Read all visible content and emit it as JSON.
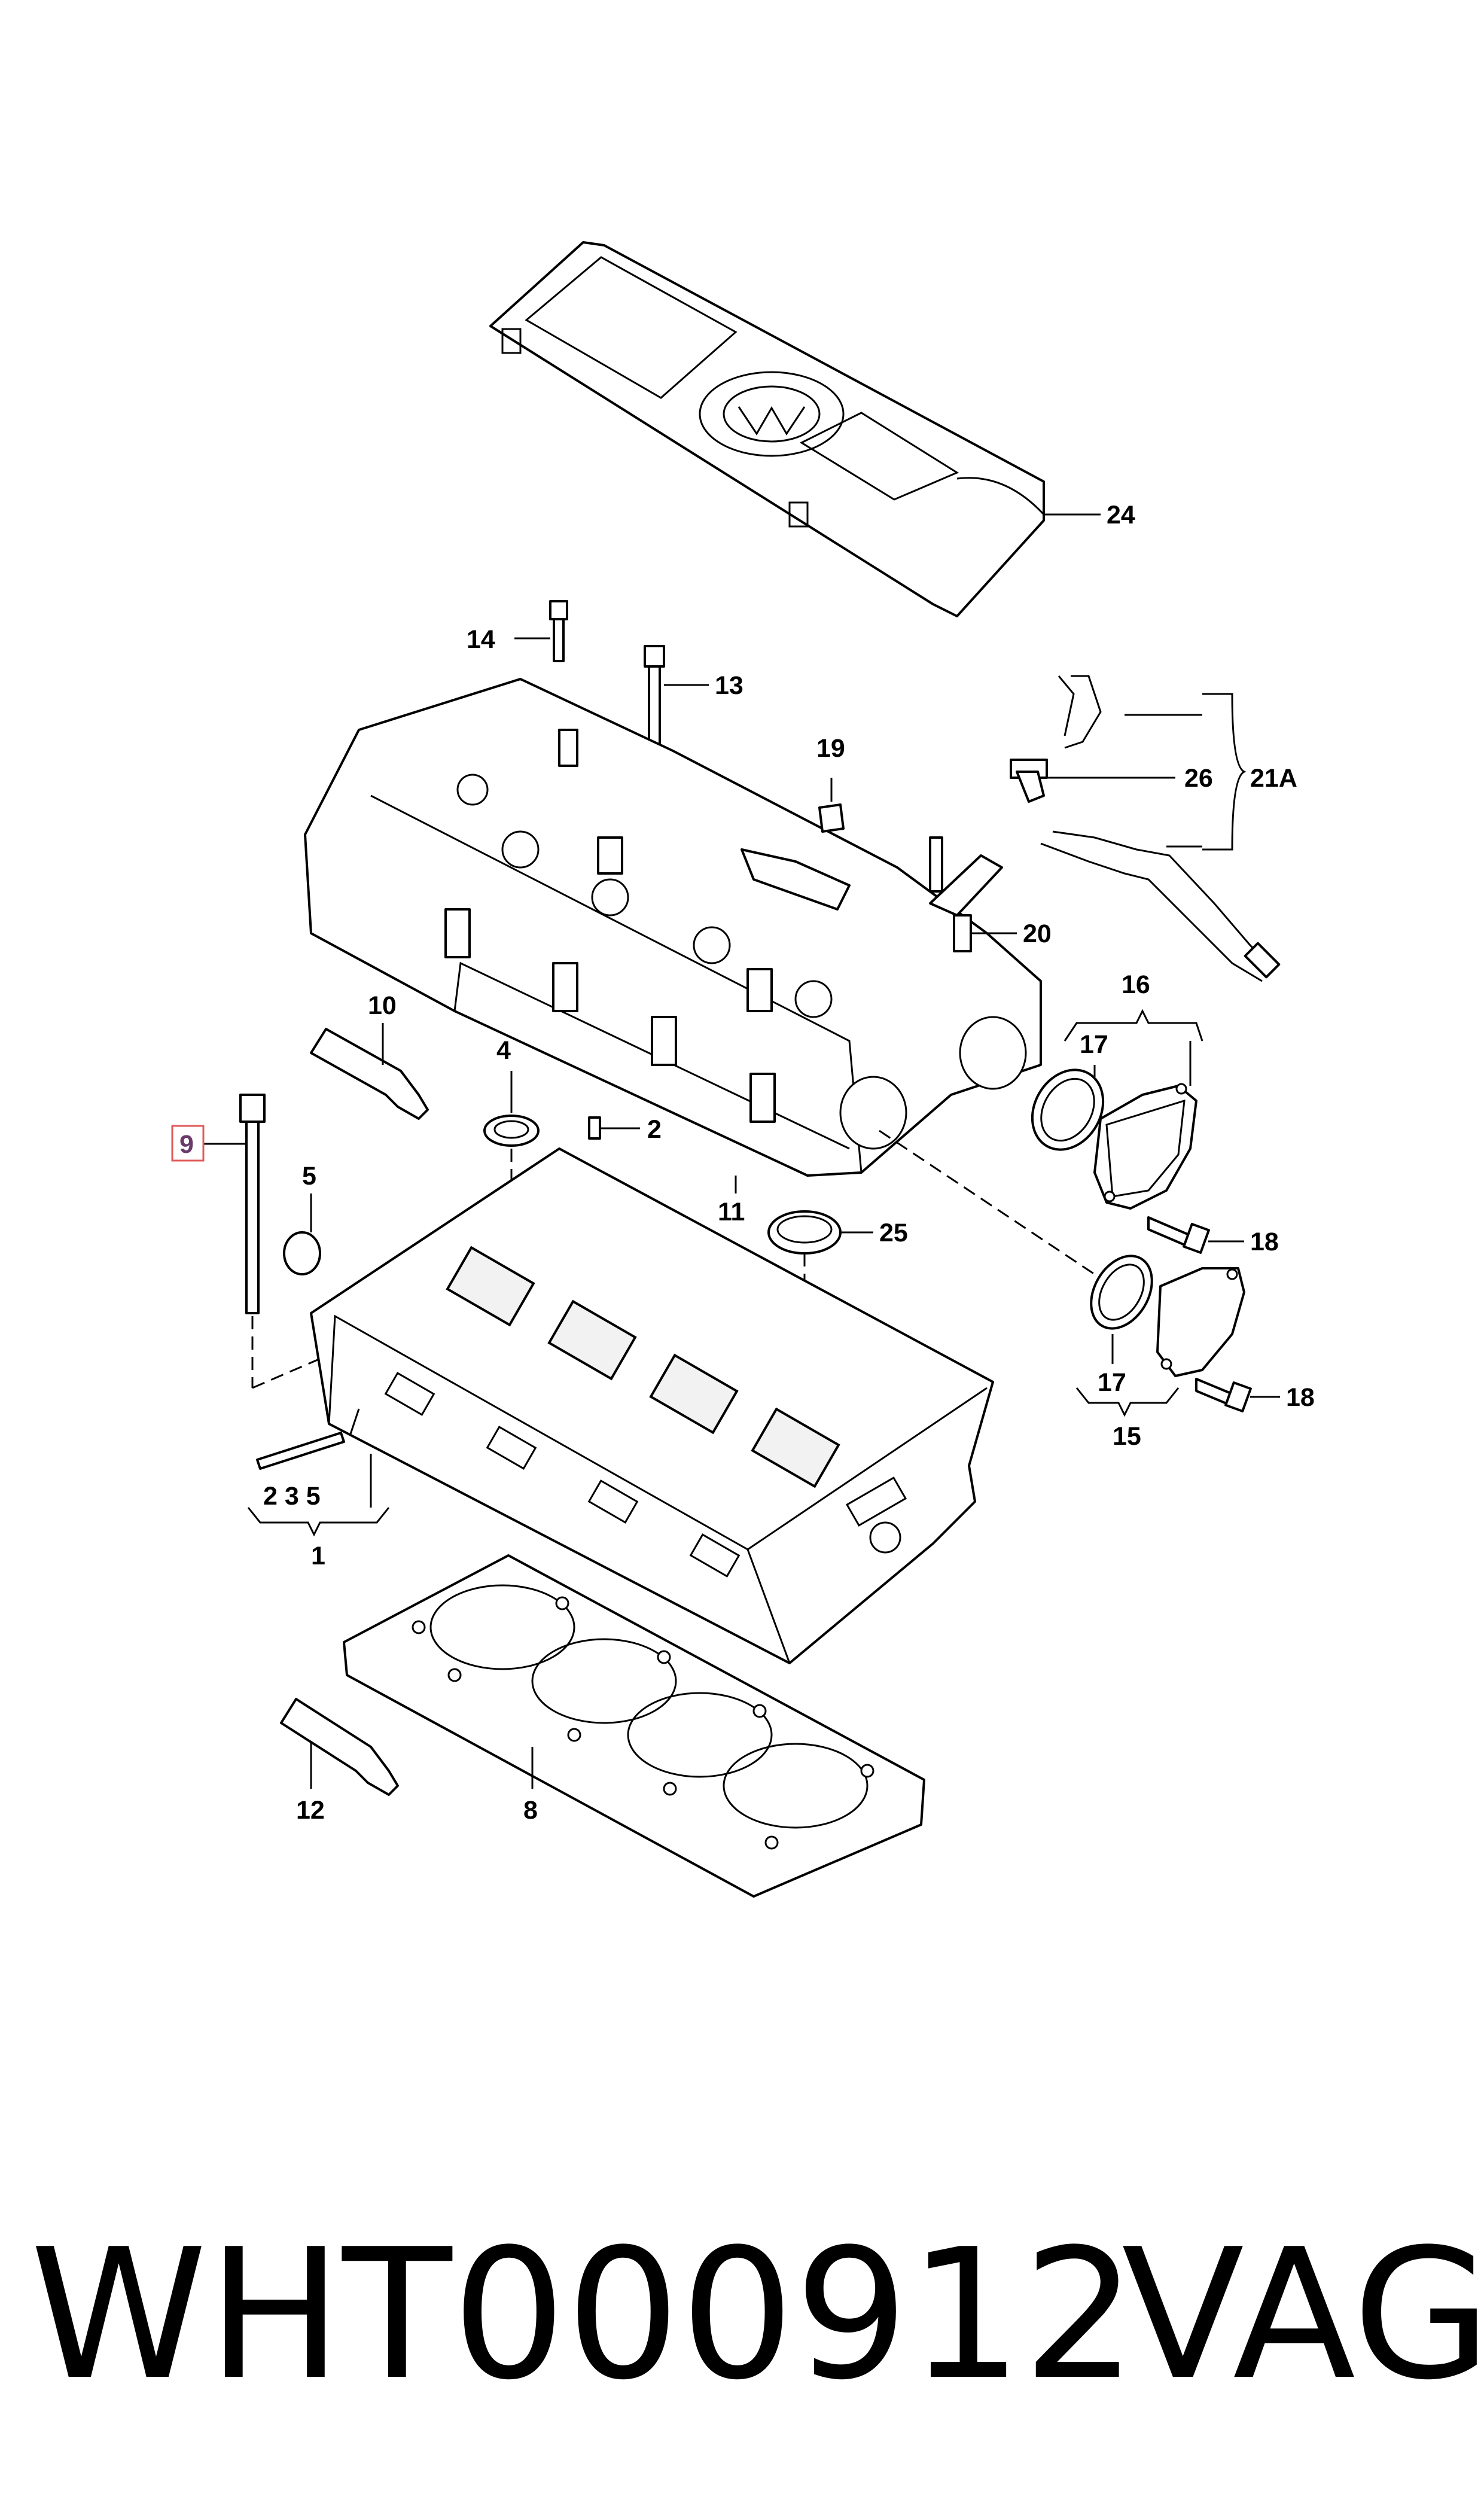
{
  "callouts": {
    "c24": "24",
    "c14": "14",
    "c13": "13",
    "c19": "19",
    "c26": "26",
    "c21A": "21A",
    "c20": "20",
    "c10": "10",
    "c16": "16",
    "c17a": "17",
    "c4": "4",
    "c2": "2",
    "c9": "9",
    "c5": "5",
    "c11": "11",
    "c25": "25",
    "c18a": "18",
    "c17b": "17",
    "c18b": "18",
    "c15": "15",
    "c235": "2 3 5",
    "c1": "1",
    "c12": "12",
    "c8": "8"
  },
  "highlight_color": "#e05a5a",
  "footer": {
    "part_number": "WHT000912",
    "brand": "VAG"
  }
}
